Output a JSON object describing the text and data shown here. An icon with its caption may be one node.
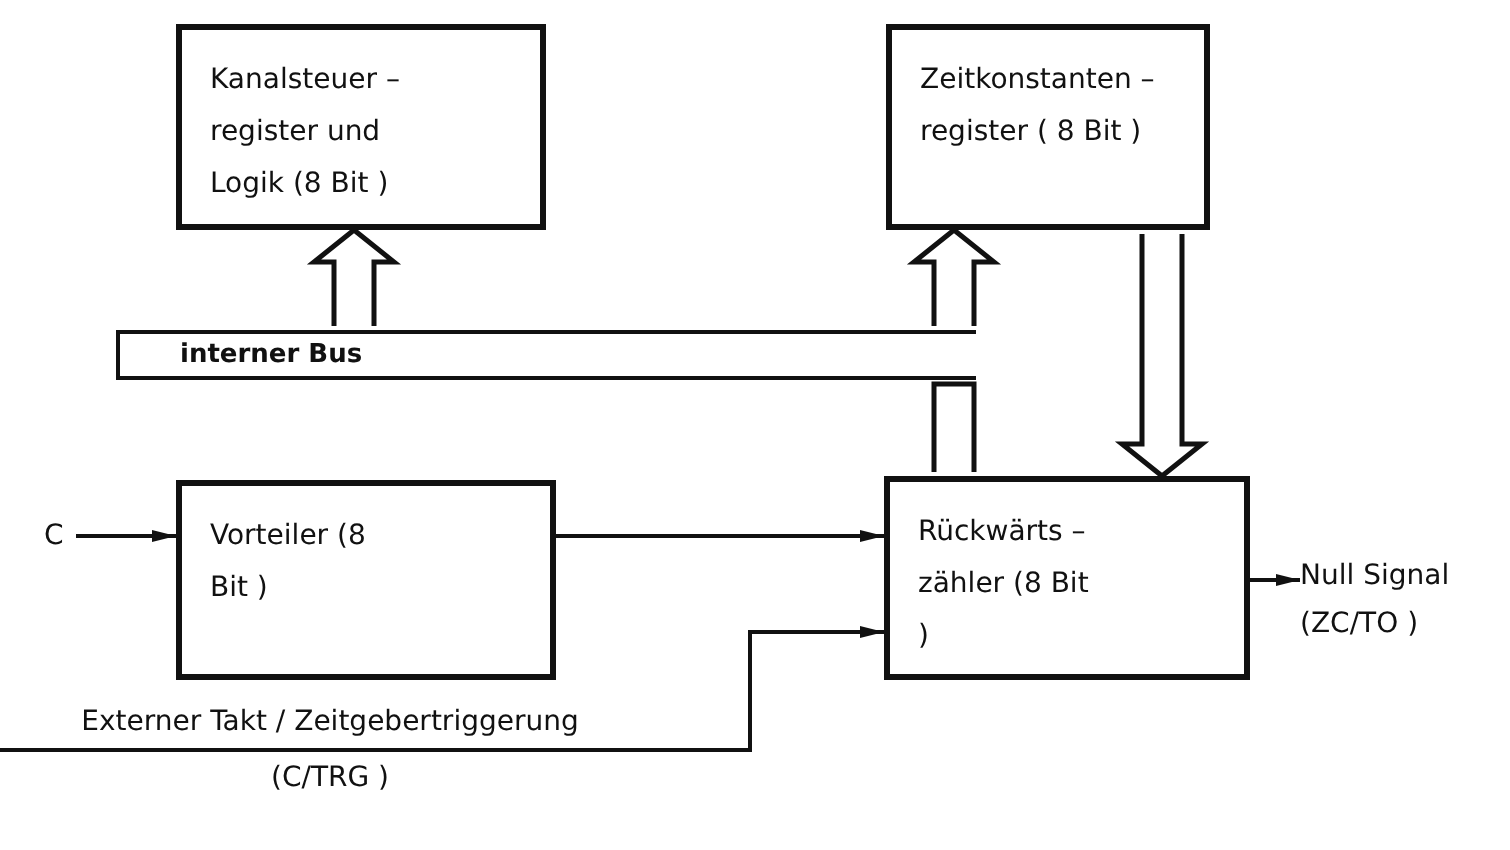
{
  "diagram": {
    "nodes": [
      {
        "text": [
          "Kanalsteuer – register und Logik (8 Bit )"
        ]
      },
      {
        "text": [
          "Zeitkonstanten – register ( 8 Bit )"
        ]
      },
      {
        "text": [
          "interner Bus"
        ]
      },
      {
        "text": [
          "C"
        ]
      },
      {
        "text": [
          "Vorteiler (8 Bit )"
        ]
      },
      {
        "text": [
          "Rückwärts – zähler (8 Bit )"
        ]
      },
      {
        "text": [
          "Null Signal (ZC/TO )"
        ]
      },
      {
        "text": [
          "Externer Takt / Zeitgebertriggerung (C/TRG )"
        ]
      }
    ],
    "edges": [
      {
        "from": 2,
        "to": 0,
        "arrow": "to",
        "style": "thick"
      },
      {
        "from": 2,
        "to": 1,
        "arrow": "to",
        "style": "thick"
      },
      {
        "from": 1,
        "to": 5,
        "arrow": "to",
        "style": "thick"
      },
      {
        "from": 5,
        "to": 2,
        "arrow": "none",
        "style": "thick"
      },
      {
        "from": 3,
        "to": 4,
        "arrow": "to"
      },
      {
        "from": 4,
        "to": 5,
        "arrow": "to"
      },
      {
        "from": 7,
        "to": 5,
        "arrow": "to"
      },
      {
        "from": 5,
        "to": 6,
        "arrow": "to"
      }
    ]
  }
}
